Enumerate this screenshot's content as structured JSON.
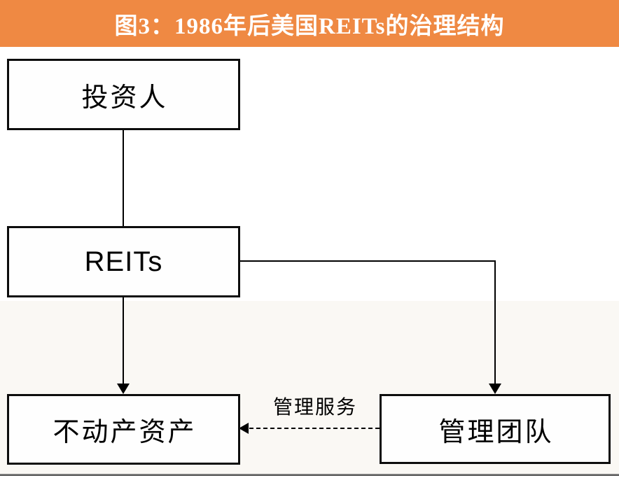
{
  "title": "图3：1986年后美国REITs的治理结构",
  "colors": {
    "header_bg": "#EF8943",
    "header_text": "#FFFFFF",
    "box_border": "#0D0D0D",
    "connector": "#000000",
    "bottom_rule": "#4F4F4F",
    "lower_band_bg": "#FAF8F4"
  },
  "nodes": {
    "investors": {
      "label": "投资人"
    },
    "reits": {
      "label": "REITs"
    },
    "assets": {
      "label": "不动产资产"
    },
    "team": {
      "label": "管理团队"
    }
  },
  "edges": {
    "investors_to_reits": {
      "type": "solid-line",
      "from": "investors",
      "to": "reits"
    },
    "reits_to_assets": {
      "type": "solid-arrow",
      "from": "reits",
      "to": "assets"
    },
    "reits_to_team": {
      "type": "solid-arrow",
      "from": "reits",
      "to": "team"
    },
    "team_to_assets": {
      "type": "dashed-arrow",
      "from": "team",
      "to": "assets",
      "label": "管理服务"
    }
  }
}
